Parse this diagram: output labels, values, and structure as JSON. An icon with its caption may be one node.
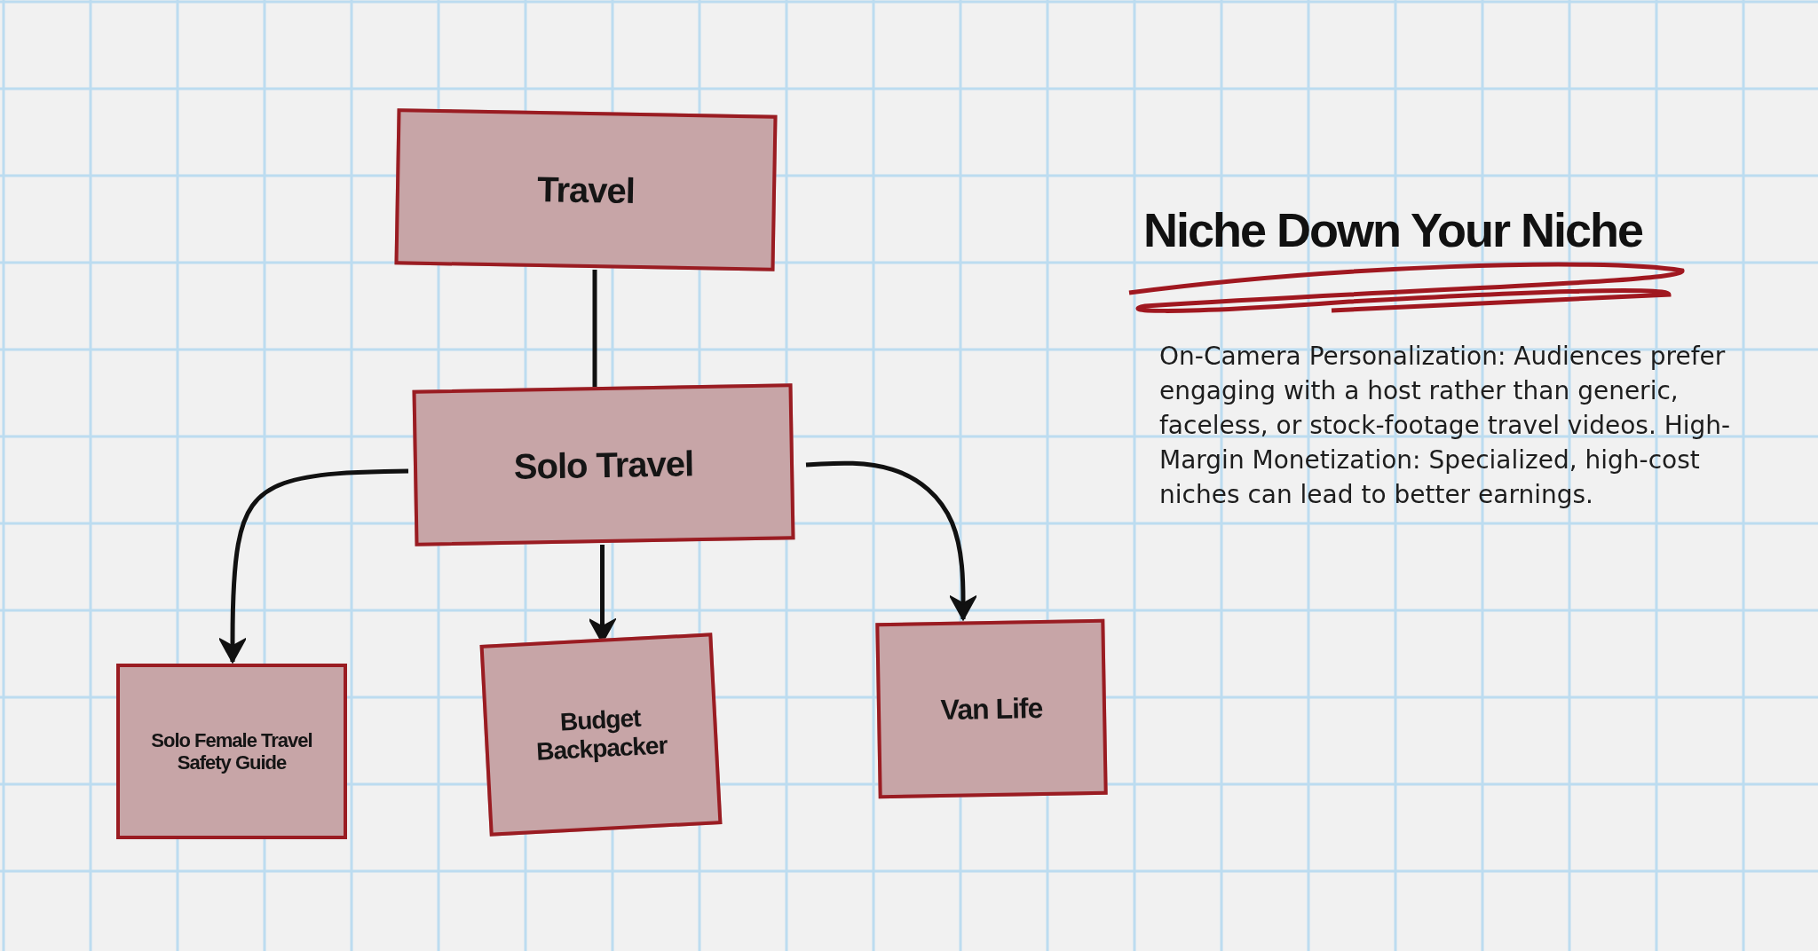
{
  "diagram": {
    "title": "Niche Down Your Niche",
    "nodes": [
      {
        "text": [
          "Travel"
        ]
      },
      {
        "text": [
          "Solo Travel"
        ]
      },
      {
        "text": [
          "Solo Female Travel Safety Guide"
        ]
      },
      {
        "text": [
          "Budget Backpacker"
        ]
      },
      {
        "text": [
          "Van Life"
        ]
      }
    ],
    "edges": [
      {
        "from": 0,
        "to": 1,
        "arrow": "none"
      },
      {
        "from": 1,
        "to": 2,
        "arrow": "to"
      },
      {
        "from": 1,
        "to": 3,
        "arrow": "to"
      },
      {
        "from": 1,
        "to": 4,
        "arrow": "to"
      }
    ],
    "labels": [
      "On-Camera Personalization: Audiences prefer engaging with a host rather than generic, faceless, or stock-footage travel videos. High-Margin Monetization: Specialized, high-cost niches can lead to better earnings."
    ]
  }
}
